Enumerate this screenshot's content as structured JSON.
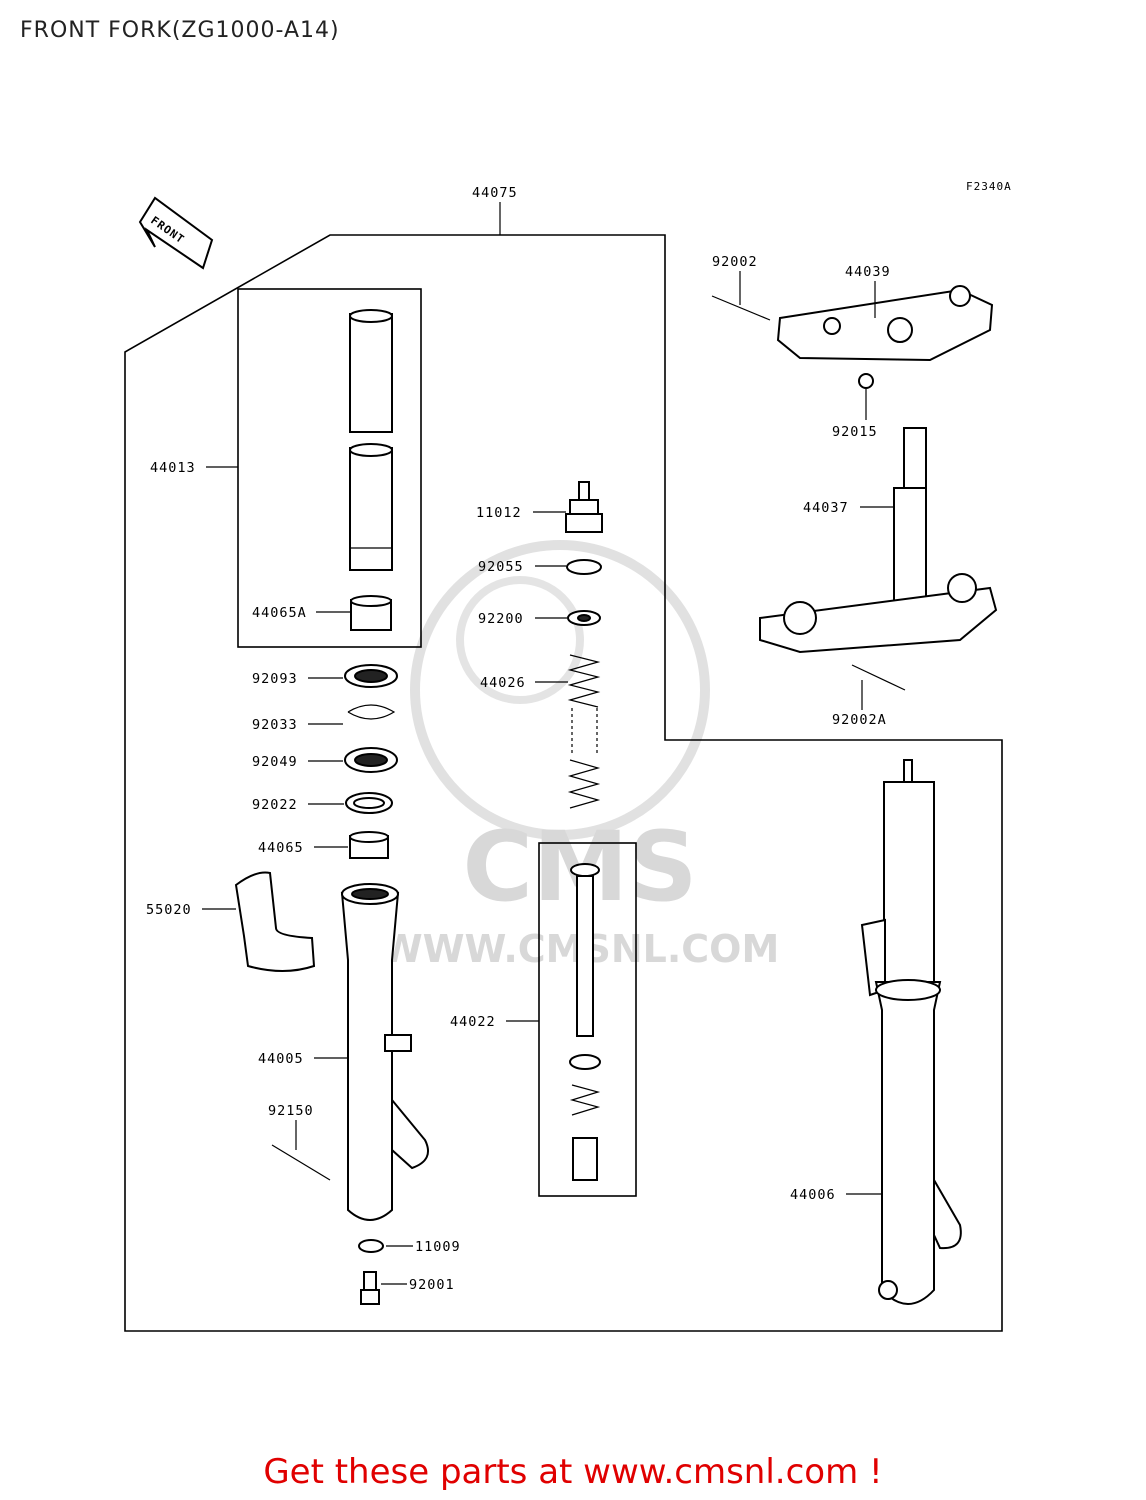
{
  "title": "FRONT FORK(ZG1000-A14)",
  "diagram_code": "F2340A",
  "front_arrow_label": "FRONT",
  "watermark": {
    "brand": "CMS",
    "url": "WWW.CMSNL.COM"
  },
  "parts": {
    "p44075": "44075",
    "p44013": "44013",
    "p44065A": "44065A",
    "p92093": "92093",
    "p92033": "92033",
    "p92049": "92049",
    "p92022": "92022",
    "p44065": "44065",
    "p55020": "55020",
    "p44005": "44005",
    "p92150": "92150",
    "p11009": "11009",
    "p92001": "92001",
    "p11012": "11012",
    "p92055": "92055",
    "p92200": "92200",
    "p44026": "44026",
    "p44022": "44022",
    "p92002": "92002",
    "p44039": "44039",
    "p92015": "92015",
    "p44037": "44037",
    "p92002A": "92002A",
    "p44006": "44006"
  },
  "footer": "Get these parts at www.cmsnl.com !"
}
